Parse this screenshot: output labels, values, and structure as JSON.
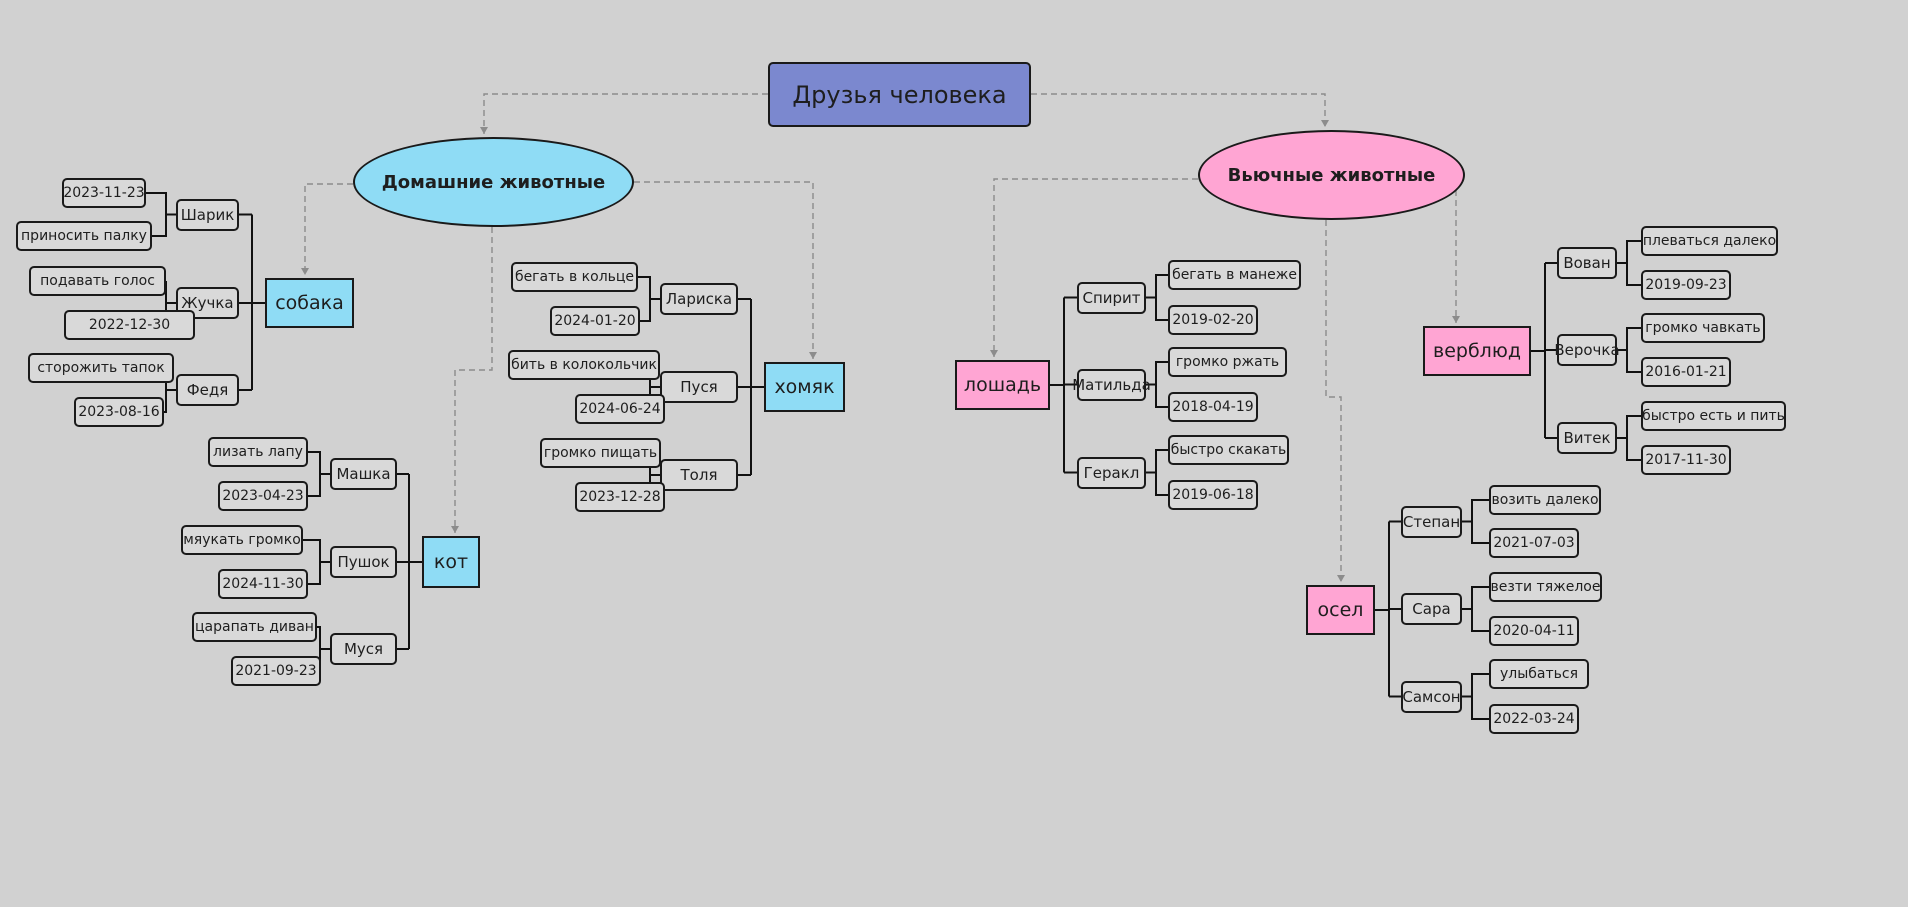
{
  "title": "Друзья человека",
  "colors": {
    "background": "#d1d1d1",
    "root": "#7b88cf",
    "domestic": "#8fdcf5",
    "pack": "#ffa5d3",
    "leaf": "#d9d9d9"
  },
  "groups": [
    {
      "label": "Домашние животные",
      "species": [
        {
          "label": "собака",
          "animals": [
            {
              "name": "Шарик",
              "leaves": [
                "2023-11-23",
                "приносить палку"
              ]
            },
            {
              "name": "Жучка",
              "leaves": [
                "подавать голос",
                "2022-12-30"
              ]
            },
            {
              "name": "Федя",
              "leaves": [
                "сторожить тапок",
                "2023-08-16"
              ]
            }
          ]
        },
        {
          "label": "кот",
          "animals": [
            {
              "name": "Машка",
              "leaves": [
                "лизать лапу",
                "2023-04-23"
              ]
            },
            {
              "name": "Пушок",
              "leaves": [
                "мяукать громко",
                "2024-11-30"
              ]
            },
            {
              "name": "Муся",
              "leaves": [
                "царапать диван",
                "2021-09-23"
              ]
            }
          ]
        },
        {
          "label": "хомяк",
          "animals": [
            {
              "name": "Лариска",
              "leaves": [
                "бегать в кольце",
                "2024-01-20"
              ]
            },
            {
              "name": "Пуся",
              "leaves": [
                "бить в колокольчик",
                "2024-06-24"
              ]
            },
            {
              "name": "Толя",
              "leaves": [
                "громко пищать",
                "2023-12-28"
              ]
            }
          ]
        }
      ]
    },
    {
      "label": "Вьючные животные",
      "species": [
        {
          "label": "лошадь",
          "animals": [
            {
              "name": "Спирит",
              "leaves": [
                "бегать в манеже",
                "2019-02-20"
              ]
            },
            {
              "name": "Матильда",
              "leaves": [
                "громко ржать",
                "2018-04-19"
              ]
            },
            {
              "name": "Геракл",
              "leaves": [
                "быстро скакать",
                "2019-06-18"
              ]
            }
          ]
        },
        {
          "label": "верблюд",
          "animals": [
            {
              "name": "Вован",
              "leaves": [
                "плеваться далеко",
                "2019-09-23"
              ]
            },
            {
              "name": "Верочка",
              "leaves": [
                "громко чавкать",
                "2016-01-21"
              ]
            },
            {
              "name": "Витек",
              "leaves": [
                "быстро есть и пить",
                "2017-11-30"
              ]
            }
          ]
        },
        {
          "label": "осел",
          "animals": [
            {
              "name": "Степан",
              "leaves": [
                "возить далеко",
                "2021-07-03"
              ]
            },
            {
              "name": "Сара",
              "leaves": [
                "везти тяжелое",
                "2020-04-11"
              ]
            },
            {
              "name": "Самсон",
              "leaves": [
                "улыбаться",
                "2022-03-24"
              ]
            }
          ]
        }
      ]
    }
  ]
}
